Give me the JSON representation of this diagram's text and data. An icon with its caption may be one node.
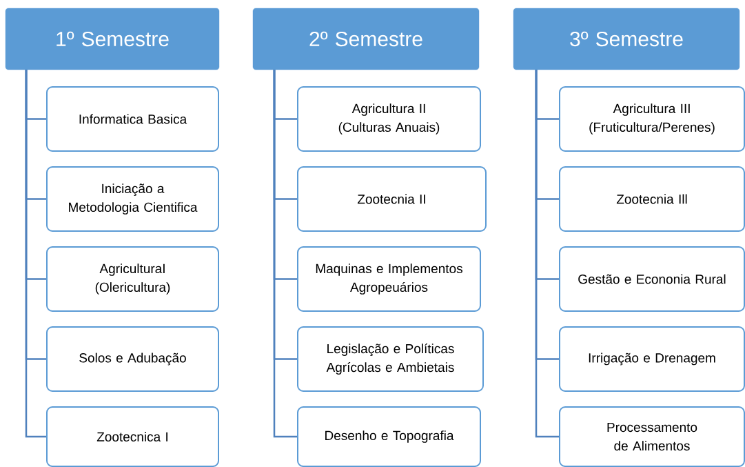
{
  "diagram": {
    "nodes": [
      {
        "text": [
          "1º Semestre"
        ]
      },
      {
        "text": [
          "Informatica Basica"
        ]
      },
      {
        "text": [
          "Iniciação a Metodologia Cientifica"
        ]
      },
      {
        "text": [
          "AgriculturaI (Olericultura)"
        ]
      },
      {
        "text": [
          "Solos e Adubação"
        ]
      },
      {
        "text": [
          "Zootecnica I"
        ]
      },
      {
        "text": [
          "2º Semestre"
        ]
      },
      {
        "text": [
          "Agricultura II (Culturas Anuais)"
        ]
      },
      {
        "text": [
          "Zootecnia II"
        ]
      },
      {
        "text": [
          "Maquinas e Implementos Agropeuários"
        ]
      },
      {
        "text": [
          "Legislação e Políticas Agrícolas e Ambietais"
        ]
      },
      {
        "text": [
          "Desenho e Topografia"
        ]
      },
      {
        "text": [
          "3º Semestre"
        ]
      },
      {
        "text": [
          "Agricultura III (Fruticultura/Perenes)"
        ]
      },
      {
        "text": [
          "Zootecnia Ill"
        ]
      },
      {
        "text": [
          "Gestão e Econonia Rural"
        ]
      },
      {
        "text": [
          "Irrigação e Drenagem"
        ]
      },
      {
        "text": [
          "Processamento de Alimentos"
        ]
      }
    ],
    "edges": [
      {
        "from": 0,
        "to": 1,
        "arrow": "none"
      },
      {
        "from": 0,
        "to": 2,
        "arrow": "none"
      },
      {
        "from": 0,
        "to": 3,
        "arrow": "none"
      },
      {
        "from": 0,
        "to": 4,
        "arrow": "none"
      },
      {
        "from": 0,
        "to": 5,
        "arrow": "none"
      },
      {
        "from": 6,
        "to": 7,
        "arrow": "none"
      },
      {
        "from": 6,
        "to": 8,
        "arrow": "none"
      },
      {
        "from": 6,
        "to": 9,
        "arrow": "none"
      },
      {
        "from": 6,
        "to": 10,
        "arrow": "none"
      },
      {
        "from": 6,
        "to": 11,
        "arrow": "none"
      },
      {
        "from": 12,
        "to": 13,
        "arrow": "none"
      },
      {
        "from": 12,
        "to": 14,
        "arrow": "none"
      },
      {
        "from": 12,
        "to": 15,
        "arrow": "none"
      },
      {
        "from": 12,
        "to": 16,
        "arrow": "none"
      },
      {
        "from": 12,
        "to": 17,
        "arrow": "none"
      }
    ]
  }
}
